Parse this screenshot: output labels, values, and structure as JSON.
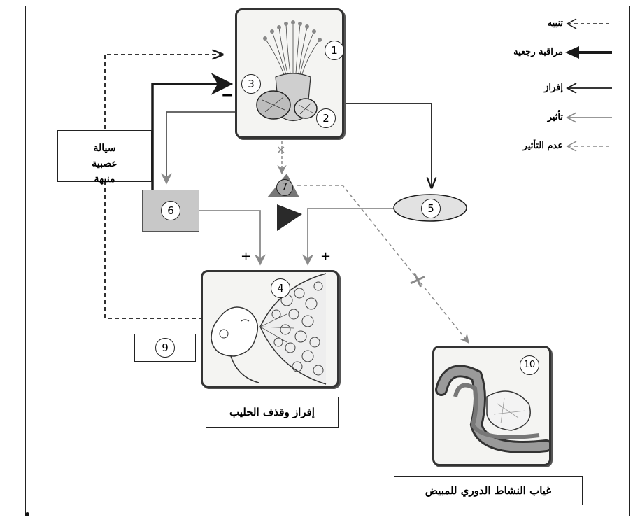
{
  "legend": [
    {
      "label": "تنبيه",
      "style": "dashed-black"
    },
    {
      "label": "مراقبة رجعية",
      "style": "thick-black"
    },
    {
      "label": "إفراز",
      "style": "thin-black"
    },
    {
      "label": "تأثير",
      "style": "thin-gray"
    },
    {
      "label": "عدم التأثير",
      "style": "dashed-gray"
    }
  ],
  "labels": {
    "nerve_impulse": "سيالة عصبية منبهة",
    "milk": "إفراز وقذف الحليب",
    "ovary": "غياب النشاط الدوري للمبيض"
  },
  "numbers": {
    "n1": "1",
    "n2": "2",
    "n3": "3",
    "n4": "4",
    "n5": "5",
    "n6": "6",
    "n7": "7",
    "n9": "9",
    "n10": "10"
  },
  "signs": {
    "plus": "+",
    "minus": "−",
    "cross": "✕"
  },
  "colors": {
    "dark": "#1a1a1a",
    "gray": "#8a8a8a",
    "box6": "#c8c8c8",
    "ellipse5": "#e2e2e2"
  },
  "icons": [
    "hypothalamus-pituitary-illustration",
    "nursing-baby-illustration",
    "ovary-illustration",
    "hormone-triangle-icon"
  ]
}
